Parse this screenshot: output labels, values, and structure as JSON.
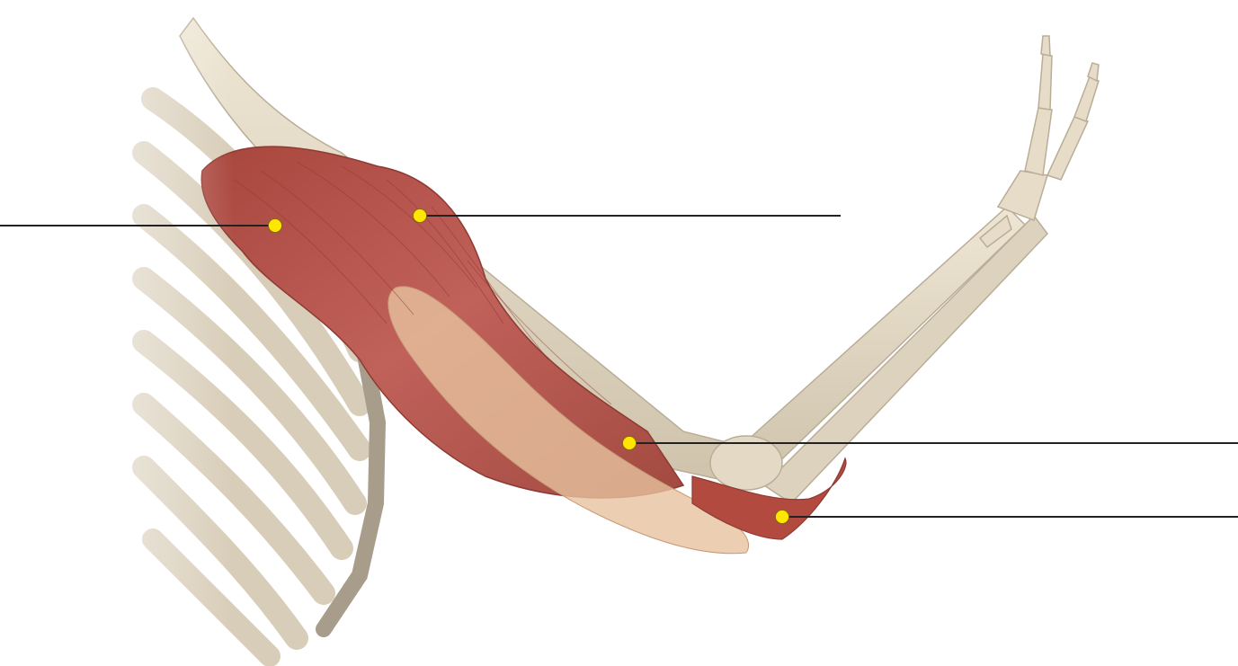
{
  "colors": {
    "background": "#ffffff",
    "bone": "#e6dcc8",
    "bone_shadow": "#b9ad98",
    "muscle": "#b5554a",
    "muscle_dark": "#8e3a33",
    "tendon": "#e8c4a4",
    "marker": "#ffe600",
    "leader_line": "#222222"
  },
  "labels": [
    {
      "id": "marker-1",
      "text": ""
    },
    {
      "id": "marker-2",
      "text": ""
    },
    {
      "id": "marker-3",
      "text": ""
    },
    {
      "id": "marker-4",
      "text": ""
    }
  ]
}
